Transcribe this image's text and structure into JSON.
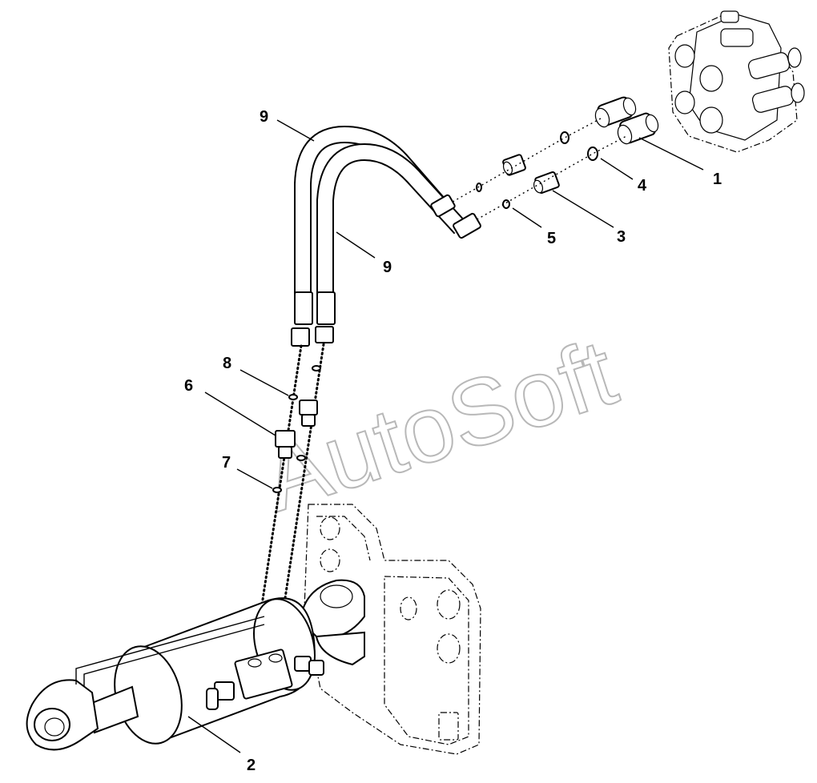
{
  "watermark": "AutoSoft",
  "callouts": [
    "1",
    "2",
    "3",
    "4",
    "5",
    "6",
    "7",
    "8",
    "9",
    "9"
  ]
}
